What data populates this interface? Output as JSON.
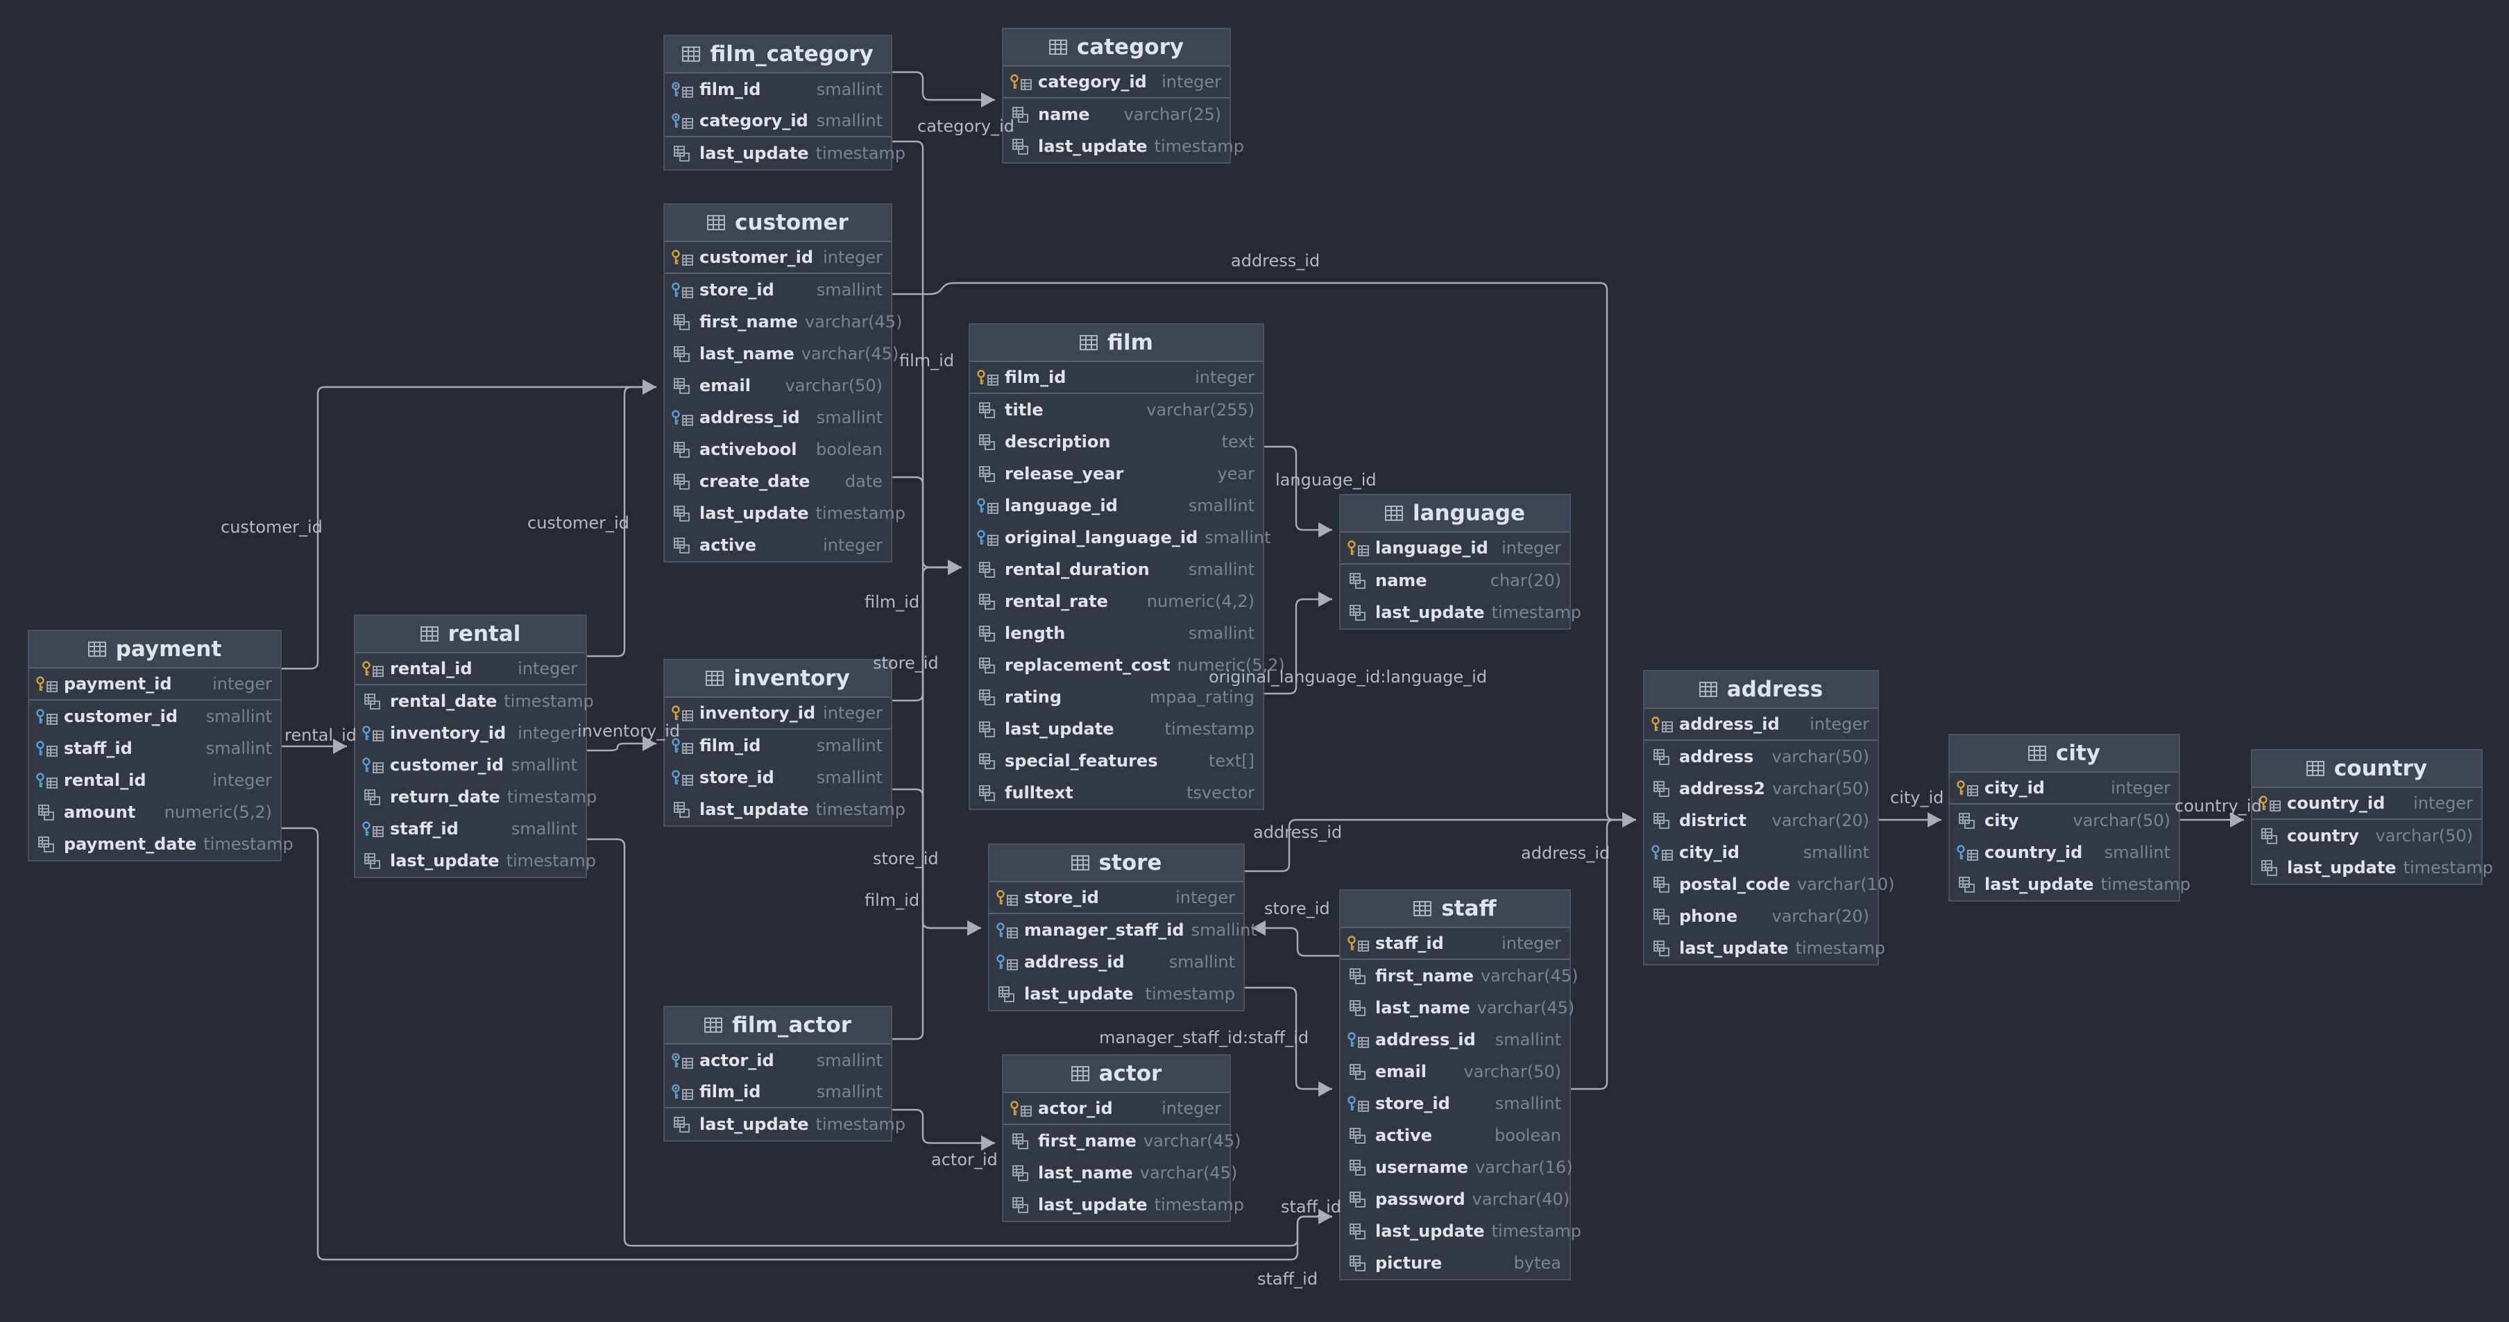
{
  "tables": [
    {
      "name": "film_category",
      "columns": [
        {
          "name": "film_id",
          "type": "smallint",
          "icon": "pk-fk-key-icon"
        },
        {
          "name": "category_id",
          "type": "smallint",
          "icon": "pk-fk-key-icon"
        },
        {
          "name": "last_update",
          "type": "timestamp",
          "icon": "column-icon"
        }
      ]
    },
    {
      "name": "category",
      "columns": [
        {
          "name": "category_id",
          "type": "integer",
          "icon": "primary-key-icon"
        },
        {
          "name": "name",
          "type": "varchar(25)",
          "icon": "column-icon"
        },
        {
          "name": "last_update",
          "type": "timestamp",
          "icon": "column-icon"
        }
      ]
    },
    {
      "name": "customer",
      "columns": [
        {
          "name": "customer_id",
          "type": "integer",
          "icon": "primary-key-icon"
        },
        {
          "name": "store_id",
          "type": "smallint",
          "icon": "foreign-key-icon"
        },
        {
          "name": "first_name",
          "type": "varchar(45)",
          "icon": "column-icon"
        },
        {
          "name": "last_name",
          "type": "varchar(45)",
          "icon": "column-icon"
        },
        {
          "name": "email",
          "type": "varchar(50)",
          "icon": "column-icon"
        },
        {
          "name": "address_id",
          "type": "smallint",
          "icon": "foreign-key-icon"
        },
        {
          "name": "activebool",
          "type": "boolean",
          "icon": "column-icon"
        },
        {
          "name": "create_date",
          "type": "date",
          "icon": "column-icon"
        },
        {
          "name": "last_update",
          "type": "timestamp",
          "icon": "column-icon"
        },
        {
          "name": "active",
          "type": "integer",
          "icon": "column-icon"
        }
      ]
    },
    {
      "name": "film",
      "columns": [
        {
          "name": "film_id",
          "type": "integer",
          "icon": "primary-key-icon"
        },
        {
          "name": "title",
          "type": "varchar(255)",
          "icon": "column-icon"
        },
        {
          "name": "description",
          "type": "text",
          "icon": "column-icon"
        },
        {
          "name": "release_year",
          "type": "year",
          "icon": "column-icon"
        },
        {
          "name": "language_id",
          "type": "smallint",
          "icon": "foreign-key-icon"
        },
        {
          "name": "original_language_id",
          "type": "smallint",
          "icon": "foreign-key-icon"
        },
        {
          "name": "rental_duration",
          "type": "smallint",
          "icon": "column-icon"
        },
        {
          "name": "rental_rate",
          "type": "numeric(4,2)",
          "icon": "column-icon"
        },
        {
          "name": "length",
          "type": "smallint",
          "icon": "column-icon"
        },
        {
          "name": "replacement_cost",
          "type": "numeric(5,2)",
          "icon": "column-icon"
        },
        {
          "name": "rating",
          "type": "mpaa_rating",
          "icon": "column-icon"
        },
        {
          "name": "last_update",
          "type": "timestamp",
          "icon": "column-icon"
        },
        {
          "name": "special_features",
          "type": "text[]",
          "icon": "column-icon"
        },
        {
          "name": "fulltext",
          "type": "tsvector",
          "icon": "column-icon"
        }
      ]
    },
    {
      "name": "language",
      "columns": [
        {
          "name": "language_id",
          "type": "integer",
          "icon": "primary-key-icon"
        },
        {
          "name": "name",
          "type": "char(20)",
          "icon": "column-icon"
        },
        {
          "name": "last_update",
          "type": "timestamp",
          "icon": "column-icon"
        }
      ]
    },
    {
      "name": "payment",
      "columns": [
        {
          "name": "payment_id",
          "type": "integer",
          "icon": "primary-key-icon"
        },
        {
          "name": "customer_id",
          "type": "smallint",
          "icon": "foreign-key-icon"
        },
        {
          "name": "staff_id",
          "type": "smallint",
          "icon": "foreign-key-icon"
        },
        {
          "name": "rental_id",
          "type": "integer",
          "icon": "foreign-key-icon"
        },
        {
          "name": "amount",
          "type": "numeric(5,2)",
          "icon": "column-icon"
        },
        {
          "name": "payment_date",
          "type": "timestamp",
          "icon": "column-icon"
        }
      ]
    },
    {
      "name": "rental",
      "columns": [
        {
          "name": "rental_id",
          "type": "integer",
          "icon": "primary-key-icon"
        },
        {
          "name": "rental_date",
          "type": "timestamp",
          "icon": "column-icon"
        },
        {
          "name": "inventory_id",
          "type": "integer",
          "icon": "foreign-key-icon"
        },
        {
          "name": "customer_id",
          "type": "smallint",
          "icon": "foreign-key-icon"
        },
        {
          "name": "return_date",
          "type": "timestamp",
          "icon": "column-icon"
        },
        {
          "name": "staff_id",
          "type": "smallint",
          "icon": "foreign-key-icon"
        },
        {
          "name": "last_update",
          "type": "timestamp",
          "icon": "column-icon"
        }
      ]
    },
    {
      "name": "inventory",
      "columns": [
        {
          "name": "inventory_id",
          "type": "integer",
          "icon": "primary-key-icon"
        },
        {
          "name": "film_id",
          "type": "smallint",
          "icon": "foreign-key-icon"
        },
        {
          "name": "store_id",
          "type": "smallint",
          "icon": "foreign-key-icon"
        },
        {
          "name": "last_update",
          "type": "timestamp",
          "icon": "column-icon"
        }
      ]
    },
    {
      "name": "address",
      "columns": [
        {
          "name": "address_id",
          "type": "integer",
          "icon": "primary-key-icon"
        },
        {
          "name": "address",
          "type": "varchar(50)",
          "icon": "column-icon"
        },
        {
          "name": "address2",
          "type": "varchar(50)",
          "icon": "column-icon"
        },
        {
          "name": "district",
          "type": "varchar(20)",
          "icon": "column-icon"
        },
        {
          "name": "city_id",
          "type": "smallint",
          "icon": "foreign-key-icon"
        },
        {
          "name": "postal_code",
          "type": "varchar(10)",
          "icon": "column-icon"
        },
        {
          "name": "phone",
          "type": "varchar(20)",
          "icon": "column-icon"
        },
        {
          "name": "last_update",
          "type": "timestamp",
          "icon": "column-icon"
        }
      ]
    },
    {
      "name": "city",
      "columns": [
        {
          "name": "city_id",
          "type": "integer",
          "icon": "primary-key-icon"
        },
        {
          "name": "city",
          "type": "varchar(50)",
          "icon": "column-icon"
        },
        {
          "name": "country_id",
          "type": "smallint",
          "icon": "foreign-key-icon"
        },
        {
          "name": "last_update",
          "type": "timestamp",
          "icon": "column-icon"
        }
      ]
    },
    {
      "name": "country",
      "columns": [
        {
          "name": "country_id",
          "type": "integer",
          "icon": "primary-key-icon"
        },
        {
          "name": "country",
          "type": "varchar(50)",
          "icon": "column-icon"
        },
        {
          "name": "last_update",
          "type": "timestamp",
          "icon": "column-icon"
        }
      ]
    },
    {
      "name": "store",
      "columns": [
        {
          "name": "store_id",
          "type": "integer",
          "icon": "primary-key-icon"
        },
        {
          "name": "manager_staff_id",
          "type": "smallint",
          "icon": "foreign-key-icon"
        },
        {
          "name": "address_id",
          "type": "smallint",
          "icon": "foreign-key-icon"
        },
        {
          "name": "last_update",
          "type": "timestamp",
          "icon": "column-icon"
        }
      ]
    },
    {
      "name": "staff",
      "columns": [
        {
          "name": "staff_id",
          "type": "integer",
          "icon": "primary-key-icon"
        },
        {
          "name": "first_name",
          "type": "varchar(45)",
          "icon": "column-icon"
        },
        {
          "name": "last_name",
          "type": "varchar(45)",
          "icon": "column-icon"
        },
        {
          "name": "address_id",
          "type": "smallint",
          "icon": "foreign-key-icon"
        },
        {
          "name": "email",
          "type": "varchar(50)",
          "icon": "column-icon"
        },
        {
          "name": "store_id",
          "type": "smallint",
          "icon": "foreign-key-icon"
        },
        {
          "name": "active",
          "type": "boolean",
          "icon": "column-icon"
        },
        {
          "name": "username",
          "type": "varchar(16)",
          "icon": "column-icon"
        },
        {
          "name": "password",
          "type": "varchar(40)",
          "icon": "column-icon"
        },
        {
          "name": "last_update",
          "type": "timestamp",
          "icon": "column-icon"
        },
        {
          "name": "picture",
          "type": "bytea",
          "icon": "column-icon"
        }
      ]
    },
    {
      "name": "film_actor",
      "columns": [
        {
          "name": "actor_id",
          "type": "smallint",
          "icon": "pk-fk-key-icon"
        },
        {
          "name": "film_id",
          "type": "smallint",
          "icon": "pk-fk-key-icon"
        },
        {
          "name": "last_update",
          "type": "timestamp",
          "icon": "column-icon"
        }
      ]
    },
    {
      "name": "actor",
      "columns": [
        {
          "name": "actor_id",
          "type": "integer",
          "icon": "primary-key-icon"
        },
        {
          "name": "first_name",
          "type": "varchar(45)",
          "icon": "column-icon"
        },
        {
          "name": "last_name",
          "type": "varchar(45)",
          "icon": "column-icon"
        },
        {
          "name": "last_update",
          "type": "timestamp",
          "icon": "column-icon"
        }
      ]
    }
  ],
  "relations": [
    {
      "from": "film_category",
      "to": "category",
      "label": "category_id"
    },
    {
      "from": "film_category",
      "to": "film",
      "label": "film_id"
    },
    {
      "from": "customer",
      "to": "address",
      "label": "address_id"
    },
    {
      "from": "customer",
      "to": "store",
      "label": "store_id"
    },
    {
      "from": "film",
      "to": "language",
      "label": "language_id"
    },
    {
      "from": "film",
      "to": "language",
      "label": "original_language_id:language_id"
    },
    {
      "from": "payment",
      "to": "customer",
      "label": "customer_id"
    },
    {
      "from": "rental",
      "to": "customer",
      "label": "customer_id"
    },
    {
      "from": "payment",
      "to": "rental",
      "label": "rental_id"
    },
    {
      "from": "rental",
      "to": "inventory",
      "label": "inventory_id"
    },
    {
      "from": "inventory",
      "to": "film",
      "label": "film_id"
    },
    {
      "from": "inventory",
      "to": "store",
      "label": "store_id"
    },
    {
      "from": "film_actor",
      "to": "film",
      "label": "film_id"
    },
    {
      "from": "film_actor",
      "to": "actor",
      "label": "actor_id"
    },
    {
      "from": "store",
      "to": "address",
      "label": "address_id"
    },
    {
      "from": "staff",
      "to": "address",
      "label": "address_id"
    },
    {
      "from": "staff",
      "to": "store",
      "label": "store_id"
    },
    {
      "from": "store",
      "to": "staff",
      "label": "manager_staff_id:staff_id"
    },
    {
      "from": "rental",
      "to": "staff",
      "label": "staff_id"
    },
    {
      "from": "payment",
      "to": "staff",
      "label": "staff_id"
    },
    {
      "from": "address",
      "to": "city",
      "label": "city_id"
    },
    {
      "from": "city",
      "to": "country",
      "label": "country_id"
    }
  ],
  "colors": {
    "background": "#262a33",
    "table_bg": "#323844",
    "header_bg": "#3d4452",
    "link": "#a8aeb8",
    "key_gold": "#d6a23a",
    "key_blue": "#5aa0d8"
  }
}
